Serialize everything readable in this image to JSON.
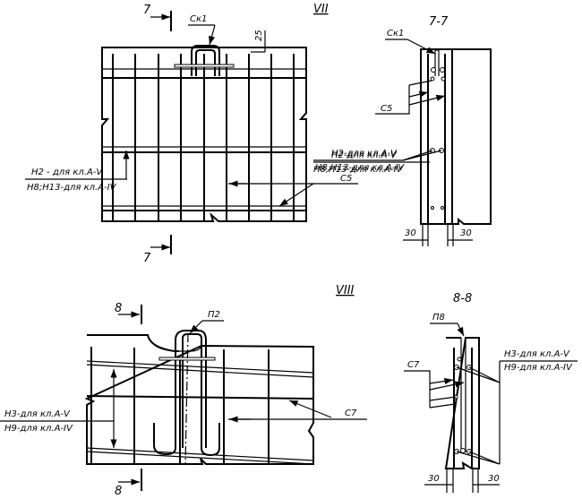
{
  "view_vii": {
    "title": "VII",
    "section_mark_top": "7",
    "section_mark_bottom": "7",
    "stirrup_label": "Ск1",
    "dimension_25": "25",
    "left_label_top": "Н2 - для кл.А-V",
    "left_label_bottom": "Н8;Н13-для кл.А-IV",
    "right_label_top": "Н2-для кл.А-V",
    "right_label_bottom": "Н8,Н13-для кл.А-IV",
    "mesh_label": "С5"
  },
  "section_7_7": {
    "title": "7-7",
    "stirrup_label": "Ск1",
    "mesh_label": "С5",
    "label_top": "Н2-для кл.А-V",
    "label_bottom": "Н8,Н13-для кл.А-IV",
    "dim_left": "30",
    "dim_right": "30"
  },
  "view_viii": {
    "title": "VIII",
    "section_mark_top": "8",
    "section_mark_bottom": "8",
    "loop_label": "П2",
    "left_label_top": "Н3-для кл.А-V",
    "left_label_bottom": "Н9-для кл.А-IV",
    "mesh_label": "С7"
  },
  "section_8_8": {
    "title": "8-8",
    "loop_label": "П8",
    "mesh_label": "С7",
    "label_top": "Н3-для кл.А-V",
    "label_bottom": "Н9-для кл.А-IV",
    "dim_left": "30",
    "dim_right": "30"
  }
}
